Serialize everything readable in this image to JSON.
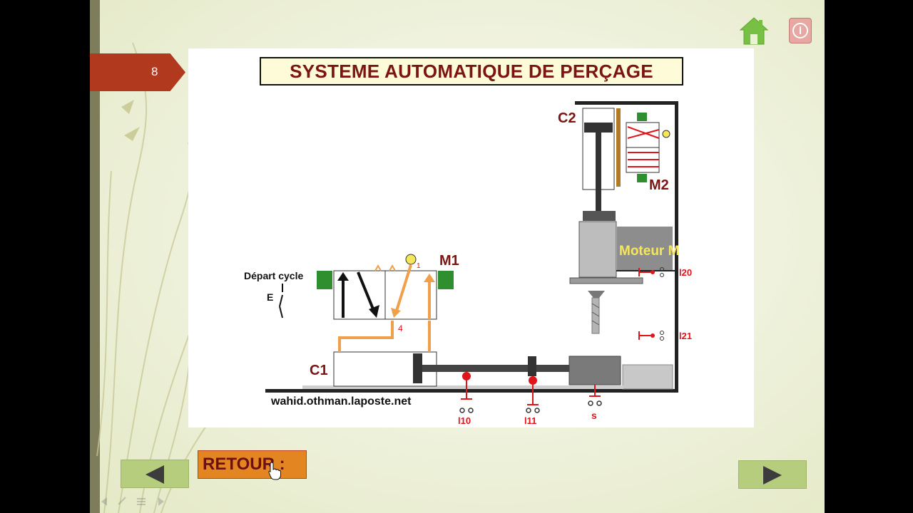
{
  "slide": {
    "page_number": "8",
    "title": "SYSTEME AUTOMATIQUE DE PERÇAGE",
    "retour_label": "RETOUR :"
  },
  "diagram": {
    "labels": {
      "c1": "C1",
      "c2": "C2",
      "m1": "M1",
      "m2": "M2",
      "motor": "Moteur M",
      "depart": "Départ cycle",
      "e": "E",
      "port_1": "1",
      "port_4": "4",
      "l20": "l20",
      "l21": "l21",
      "l10": "l10",
      "l11": "l11",
      "s": "s",
      "website": "wahid.othman.laposte.net"
    }
  },
  "colors": {
    "accent_red": "#b0391e",
    "title_text": "#7c1412",
    "nav_green": "#b6cd7e",
    "retour_orange": "#e38520",
    "tube_orange": "#f0a04b",
    "solenoid_green": "#2f8f2f",
    "sensor_red": "#e0141b"
  },
  "icons": {
    "home": "home-icon",
    "power": "power-icon",
    "prev": "arrow-left-icon",
    "next": "arrow-right-icon",
    "cursor": "hand-pointer-icon"
  }
}
